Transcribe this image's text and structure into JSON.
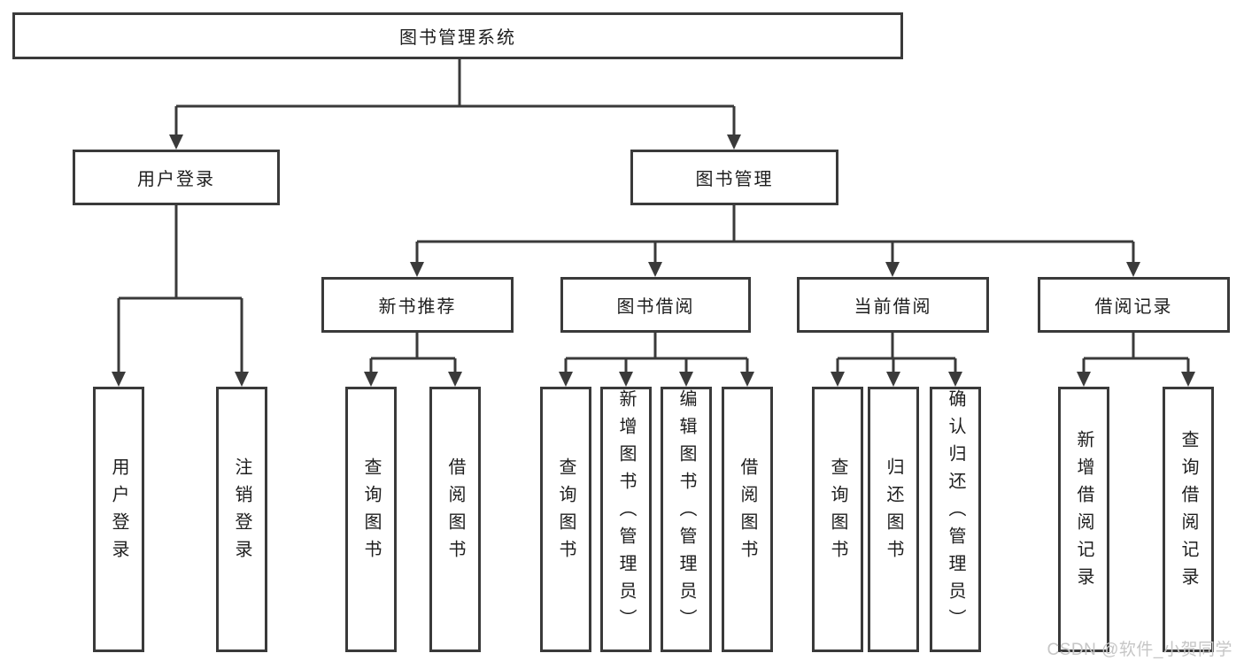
{
  "tree": {
    "label": "图书管理系统",
    "children": [
      {
        "label": "用户登录",
        "children": [
          {
            "label": "用户登录"
          },
          {
            "label": "注销登录"
          }
        ]
      },
      {
        "label": "图书管理",
        "children": [
          {
            "label": "新书推荐",
            "children": [
              {
                "label": "查询图书"
              },
              {
                "label": "借阅图书"
              }
            ]
          },
          {
            "label": "图书借阅",
            "children": [
              {
                "label": "查询图书"
              },
              {
                "label": "新增图书（管理员）"
              },
              {
                "label": "编辑图书（管理员）"
              },
              {
                "label": "借阅图书"
              }
            ]
          },
          {
            "label": "当前借阅",
            "children": [
              {
                "label": "查询图书"
              },
              {
                "label": "归还图书"
              },
              {
                "label": "确认归还（管理员）"
              }
            ]
          },
          {
            "label": "借阅记录",
            "children": [
              {
                "label": "新增借阅记录"
              },
              {
                "label": "查询借阅记录"
              }
            ]
          }
        ]
      }
    ]
  },
  "watermark": "CSDN @软件_小贺同学",
  "colors": {
    "line": "#3a3a3a",
    "border": "#3a3a3a",
    "text": "#1e1e1e",
    "watermark": "#c6c6c6",
    "background": "#ffffff"
  }
}
